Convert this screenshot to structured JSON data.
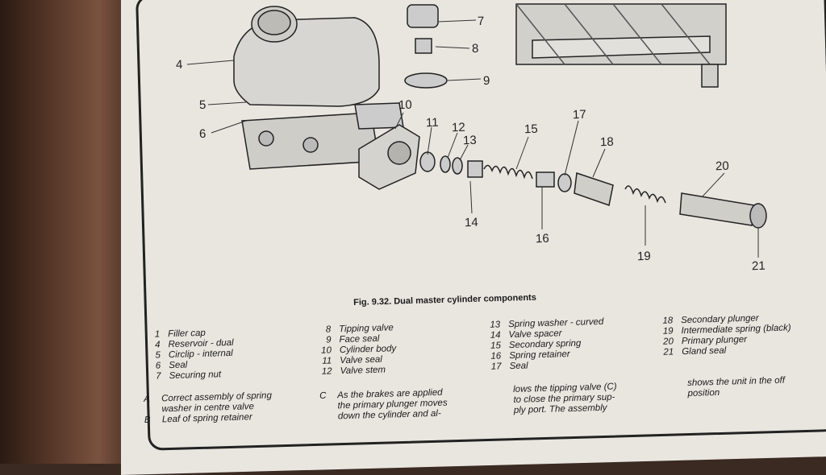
{
  "figure": {
    "caption": "Fig. 9.32. Dual master cylinder components",
    "callouts": [
      {
        "id": "c4",
        "label": "4"
      },
      {
        "id": "c5",
        "label": "5"
      },
      {
        "id": "c6",
        "label": "6"
      },
      {
        "id": "c7",
        "label": "7"
      },
      {
        "id": "c8",
        "label": "8"
      },
      {
        "id": "c9",
        "label": "9"
      },
      {
        "id": "c10",
        "label": "10"
      },
      {
        "id": "c11",
        "label": "11"
      },
      {
        "id": "c12",
        "label": "12"
      },
      {
        "id": "c13",
        "label": "13"
      },
      {
        "id": "c14",
        "label": "14"
      },
      {
        "id": "c15",
        "label": "15"
      },
      {
        "id": "c16",
        "label": "16"
      },
      {
        "id": "c17",
        "label": "17"
      },
      {
        "id": "c18",
        "label": "18"
      },
      {
        "id": "c19",
        "label": "19"
      },
      {
        "id": "c20",
        "label": "20"
      },
      {
        "id": "c21",
        "label": "21"
      }
    ]
  },
  "legend": {
    "col1": [
      {
        "n": "1",
        "text": "Filler cap"
      },
      {
        "n": "4",
        "text": "Reservoir - dual"
      },
      {
        "n": "5",
        "text": "Circlip - internal"
      },
      {
        "n": "6",
        "text": "Seal"
      },
      {
        "n": "7",
        "text": "Securing nut"
      }
    ],
    "col2": [
      {
        "n": "8",
        "text": "Tipping valve"
      },
      {
        "n": "9",
        "text": "Face seal"
      },
      {
        "n": "10",
        "text": "Cylinder body"
      },
      {
        "n": "11",
        "text": "Valve seal"
      },
      {
        "n": "12",
        "text": "Valve stem"
      }
    ],
    "col3": [
      {
        "n": "13",
        "text": "Spring washer - curved"
      },
      {
        "n": "14",
        "text": "Valve spacer"
      },
      {
        "n": "15",
        "text": "Secondary spring"
      },
      {
        "n": "16",
        "text": "Spring retainer"
      },
      {
        "n": "17",
        "text": "Seal"
      }
    ],
    "col4": [
      {
        "n": "18",
        "text": "Secondary plunger"
      },
      {
        "n": "19",
        "text": "Intermediate spring (black)"
      },
      {
        "n": "20",
        "text": "Primary plunger"
      },
      {
        "n": "21",
        "text": "Gland seal"
      }
    ]
  },
  "notes": {
    "a_key": "A",
    "a_line1": "Correct assembly of spring",
    "a_line2": "washer in centre valve",
    "b_key": "B",
    "b_line1": "Leaf of spring retainer",
    "c_key": "C",
    "c_line1": "As the brakes are applied",
    "c_line2": "the primary plunger moves",
    "c_line3": "down the cylinder and al-",
    "d_line1": "lows the tipping valve (C)",
    "d_line2": "to close the primary sup-",
    "d_line3": "ply port. The assembly",
    "e_line1": "shows the unit in the off",
    "e_line2": "position"
  }
}
